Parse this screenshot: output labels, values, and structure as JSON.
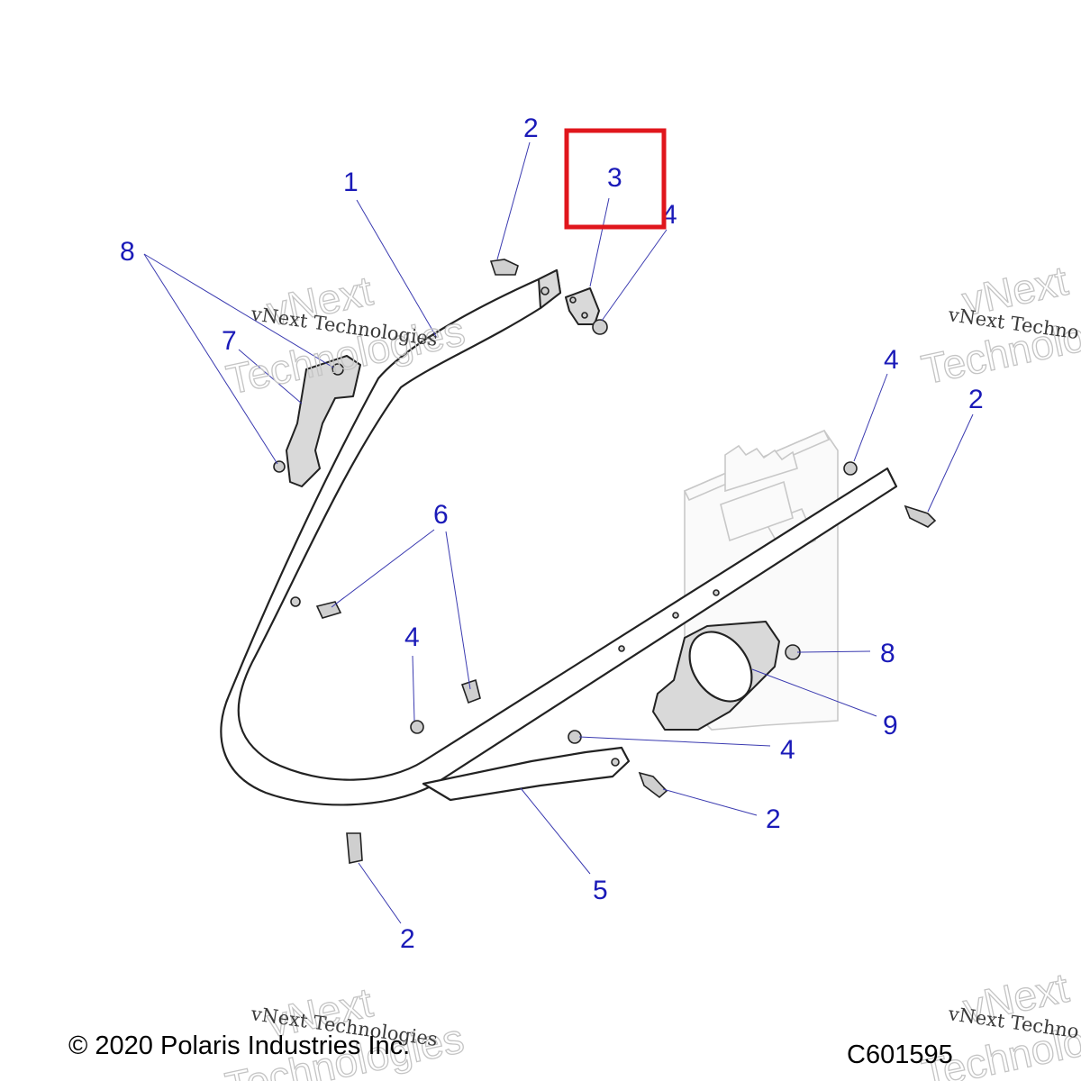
{
  "callouts": {
    "c1": "1",
    "c2a": "2",
    "c2b": "2",
    "c2c": "2",
    "c2d": "2",
    "c3": "3",
    "c4a": "4",
    "c4b": "4",
    "c4c": "4",
    "c4d": "4",
    "c5": "5",
    "c6": "6",
    "c7": "7",
    "c8a": "8",
    "c8b": "8",
    "c9": "9"
  },
  "watermarks": {
    "small": "vNext Technologies",
    "big_line1": "vNext",
    "big_line2": "Technologies",
    "right_small": "vNext Techno",
    "right_big_line1": "vNext",
    "right_big_line2": "Technolo"
  },
  "footer": {
    "copyright": "© 2020 Polaris Industries Inc.",
    "diagram_id": "C601595"
  },
  "colors": {
    "callout": "#1a1ab8",
    "highlight": "#e0161c"
  }
}
